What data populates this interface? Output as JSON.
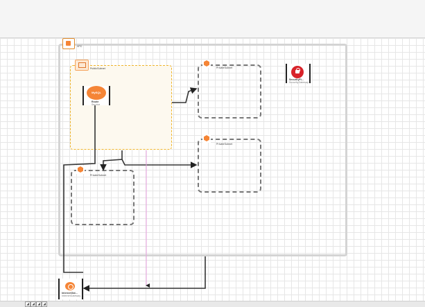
{
  "diagram": {
    "vpc": {
      "label": "VPC"
    },
    "public_subnet": {
      "label": "PublicSubnet",
      "icon": "public-subnet-icon"
    },
    "private_subnets": [
      {
        "label": "PrivateSubnet",
        "icon": "private-subnet-icon"
      },
      {
        "label": "PrivateSubnet",
        "icon": "private-subnet-icon"
      },
      {
        "label": "PrivateSubnet",
        "icon": "private-subnet-icon"
      }
    ],
    "mysql_node": {
      "badge": "MySQL",
      "title": "Route",
      "subtitle": "Service"
    },
    "security_node": {
      "title": "SecurityFi...",
      "subtitle": "SecurityGateway",
      "icon": "lock-icon"
    },
    "gateway_node": {
      "title": "InternetGat...",
      "subtitle": "InternetGateway",
      "icon": "internet-gateway-icon"
    },
    "colors": {
      "vpc_border": "#d4d4d4",
      "public_subnet_border": "#f0b429",
      "private_subnet_border": "#777777",
      "aws_orange": "#f58536",
      "security_red": "#d8232a",
      "pink_line": "#e8a0e0"
    }
  },
  "page_tabs": [
    "◢",
    "◢",
    "◢",
    "◢"
  ]
}
